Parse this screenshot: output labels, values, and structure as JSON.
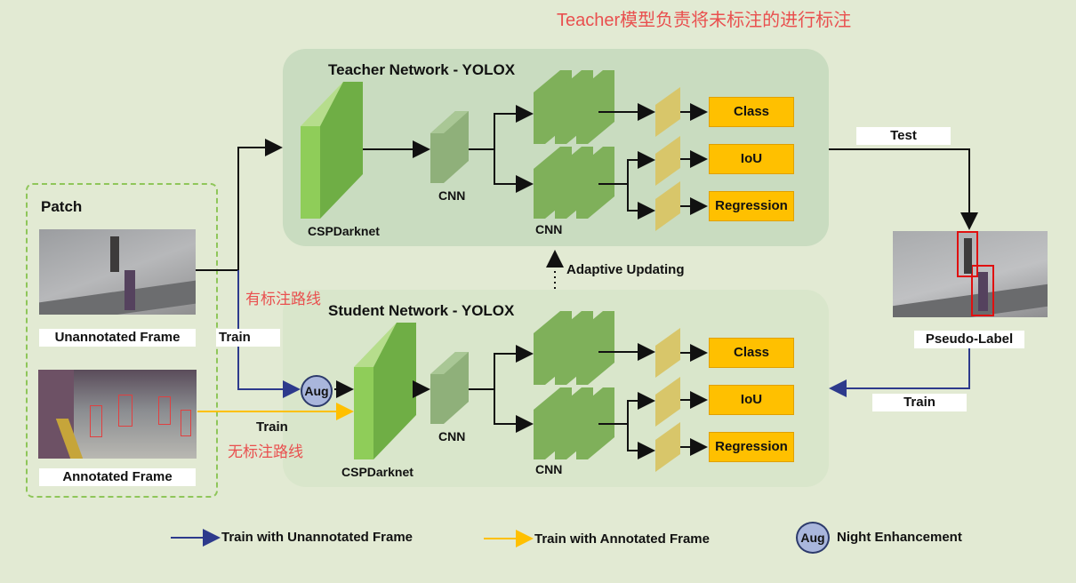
{
  "top_note": "Teacher模型负责将未标注的进行标注",
  "teacher": {
    "title": "Teacher Network - YOLOX",
    "backbone_label": "CSPDarknet",
    "cnn_label_1": "CNN",
    "cnn_label_2": "CNN",
    "outputs": [
      "Class",
      "IoU",
      "Regression"
    ]
  },
  "student": {
    "title": "Student Network - YOLOX",
    "backbone_label": "CSPDarknet",
    "cnn_label_1": "CNN",
    "cnn_label_2": "CNN",
    "outputs": [
      "Class",
      "IoU",
      "Regression"
    ],
    "aug_label": "Aug"
  },
  "patch": {
    "title": "Patch",
    "unannotated_label": "Unannotated Frame",
    "annotated_label": "Annotated Frame"
  },
  "edges": {
    "test": "Test",
    "train_left": "Train",
    "train_yellow": "Train",
    "train_right": "Train",
    "adaptive": "Adaptive Updating",
    "pseudo_label": "Pseudo-Label"
  },
  "notes": {
    "labeled_route": "有标注路线",
    "unlabeled_route": "无标注路线"
  },
  "legend": {
    "unannotated": "Train with Unannotated Frame",
    "annotated": "Train with Annotated Frame",
    "aug": "Aug",
    "night": "Night Enhancement"
  },
  "colors": {
    "blue_arrow": "#2d3a8c",
    "yellow_arrow": "#ffc000",
    "output_box": "#ffc000",
    "note_red": "#e9504f"
  }
}
